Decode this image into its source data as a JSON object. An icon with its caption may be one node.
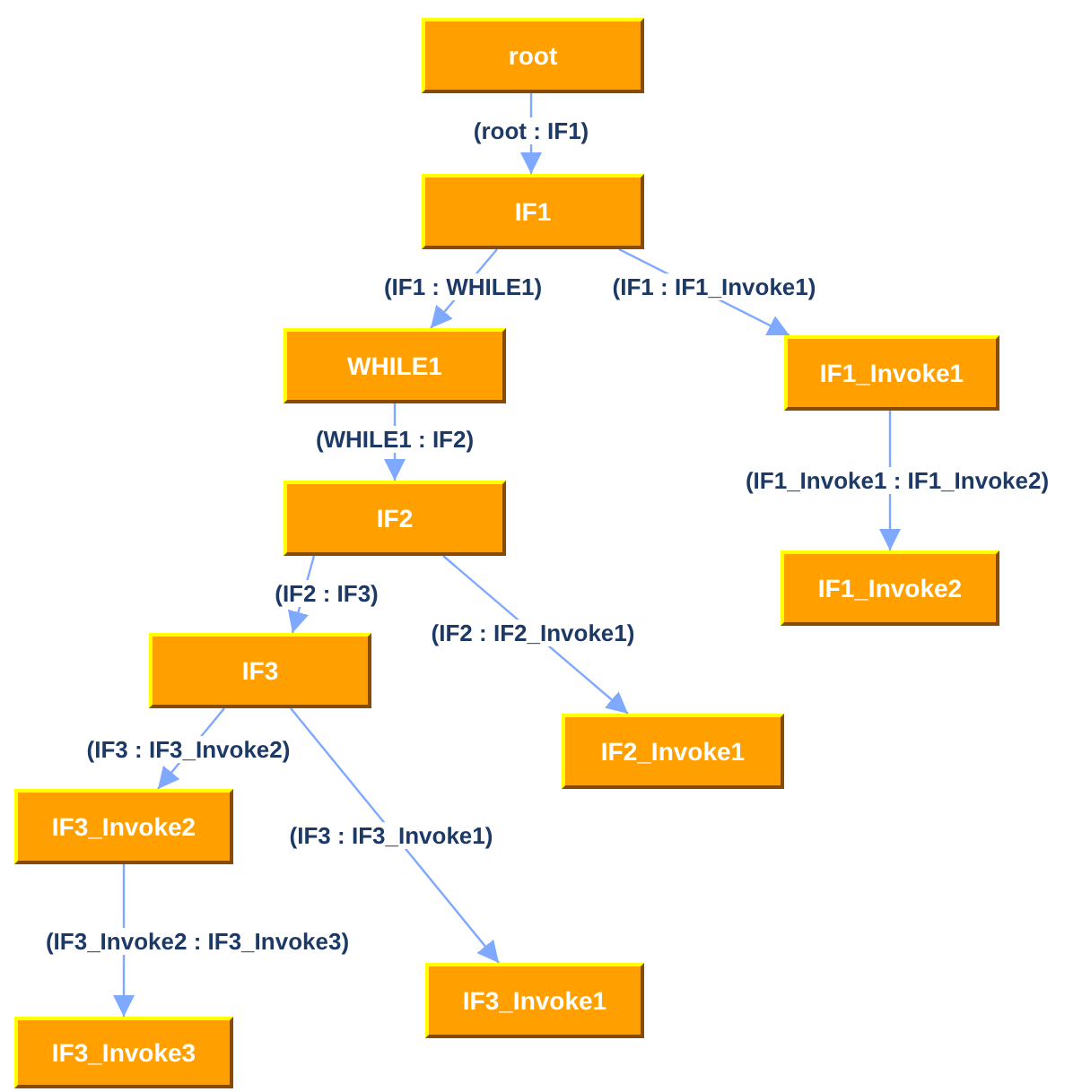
{
  "diagram": {
    "nodes": [
      {
        "text": [
          "root"
        ]
      },
      {
        "text": [
          "IF1"
        ]
      },
      {
        "text": [
          "WHILE1"
        ]
      },
      {
        "text": [
          "IF1_Invoke1"
        ]
      },
      {
        "text": [
          "IF1_Invoke2"
        ]
      },
      {
        "text": [
          "IF2"
        ]
      },
      {
        "text": [
          "IF3"
        ]
      },
      {
        "text": [
          "IF2_Invoke1"
        ]
      },
      {
        "text": [
          "IF3_Invoke2"
        ]
      },
      {
        "text": [
          "IF3_Invoke1"
        ]
      },
      {
        "text": [
          "IF3_Invoke3"
        ]
      }
    ],
    "edges": [
      {
        "from": 0,
        "to": 1,
        "arrow": "to",
        "label": "(root : IF1)"
      },
      {
        "from": 1,
        "to": 2,
        "arrow": "to",
        "label": "(IF1 : WHILE1)"
      },
      {
        "from": 1,
        "to": 3,
        "arrow": "to",
        "label": "(IF1 : IF1_Invoke1)"
      },
      {
        "from": 3,
        "to": 4,
        "arrow": "to",
        "label": "(IF1_Invoke1 : IF1_Invoke2)"
      },
      {
        "from": 2,
        "to": 5,
        "arrow": "to",
        "label": "(WHILE1 : IF2)"
      },
      {
        "from": 5,
        "to": 6,
        "arrow": "to",
        "label": "(IF2 : IF3)"
      },
      {
        "from": 5,
        "to": 7,
        "arrow": "to",
        "label": "(IF2 : IF2_Invoke1)"
      },
      {
        "from": 6,
        "to": 8,
        "arrow": "to",
        "label": "(IF3 : IF3_Invoke2)"
      },
      {
        "from": 6,
        "to": 9,
        "arrow": "to",
        "label": "(IF3 : IF3_Invoke1)"
      },
      {
        "from": 8,
        "to": 10,
        "arrow": "to",
        "label": "(IF3_Invoke2 : IF3_Invoke3)"
      }
    ]
  }
}
